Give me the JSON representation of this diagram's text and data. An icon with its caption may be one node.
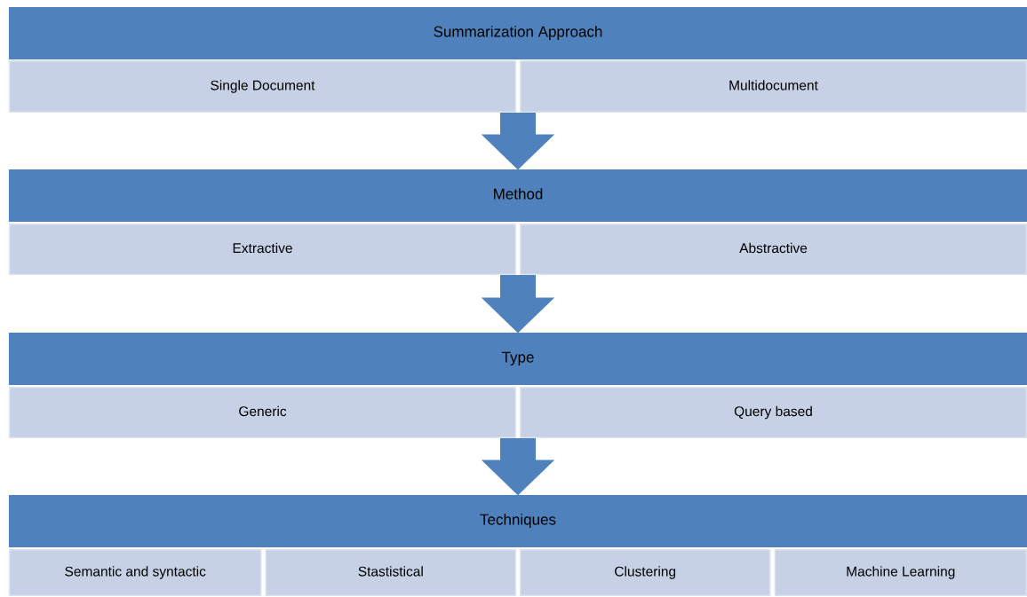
{
  "diagram": {
    "nodes": [
      {
        "text": [
          "Summarization Approach"
        ]
      },
      {
        "text": [
          "Single Document"
        ]
      },
      {
        "text": [
          "Multidocument"
        ]
      },
      {
        "text": [
          "Method"
        ]
      },
      {
        "text": [
          "Extractive"
        ]
      },
      {
        "text": [
          "Abstractive"
        ]
      },
      {
        "text": [
          "Type"
        ]
      },
      {
        "text": [
          "Generic"
        ]
      },
      {
        "text": [
          "Query based"
        ]
      },
      {
        "text": [
          "Techniques"
        ]
      },
      {
        "text": [
          "Semantic and syntactic"
        ]
      },
      {
        "text": [
          "Stastistical"
        ]
      },
      {
        "text": [
          "Clustering"
        ]
      },
      {
        "text": [
          "Machine Learning"
        ]
      }
    ],
    "edges": [
      {
        "from": 1,
        "to": 3,
        "arrow": "to"
      },
      {
        "from": 2,
        "to": 3,
        "arrow": "to"
      },
      {
        "from": 4,
        "to": 6,
        "arrow": "to"
      },
      {
        "from": 5,
        "to": 6,
        "arrow": "to"
      },
      {
        "from": 7,
        "to": 9,
        "arrow": "to"
      },
      {
        "from": 8,
        "to": 9,
        "arrow": "to"
      }
    ]
  }
}
